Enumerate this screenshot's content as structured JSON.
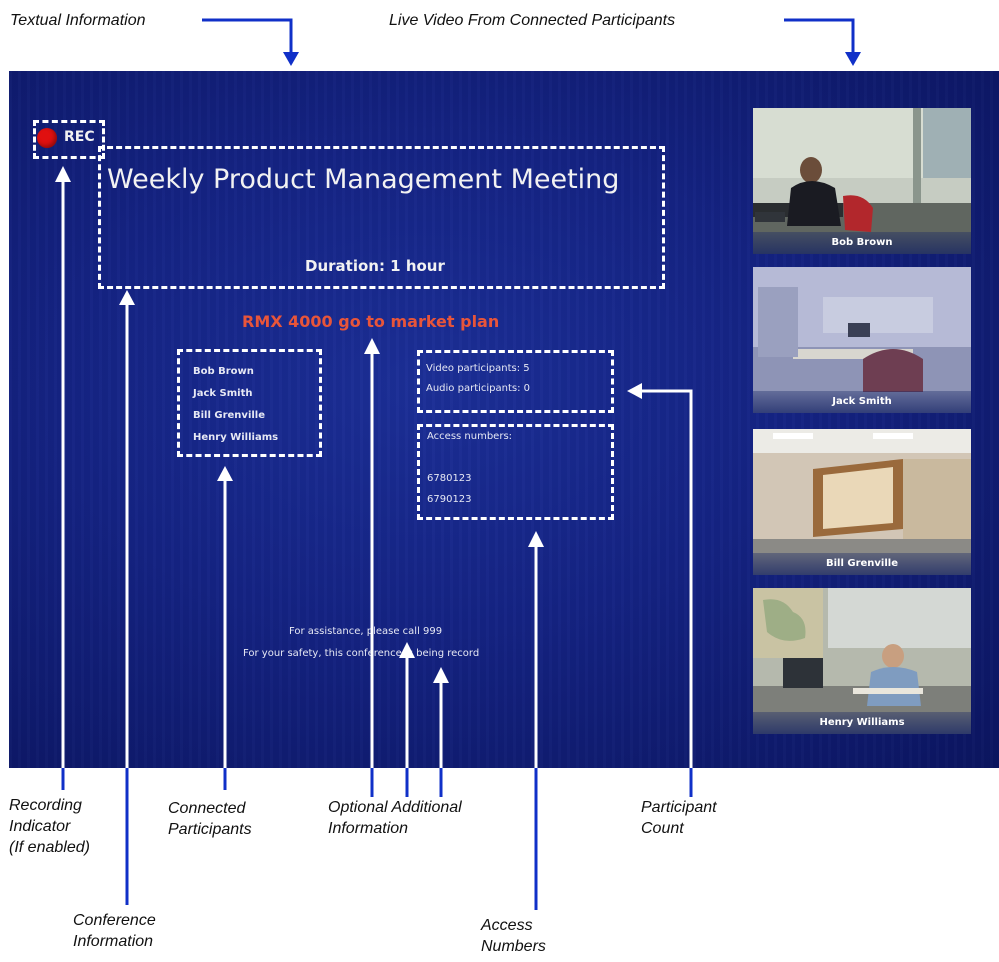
{
  "callouts": {
    "textual_information": "Textual Information",
    "live_video": "Live Video From Connected Participants",
    "recording_indicator": [
      "Recording",
      "Indicator",
      "(If enabled)"
    ],
    "conference_information": [
      "Conference",
      "Information"
    ],
    "connected_participants": [
      "Connected",
      "Participants"
    ],
    "optional_additional_information": [
      "Optional Additional",
      "Information"
    ],
    "participant_count": [
      "Participant",
      "Count"
    ],
    "access_numbers": [
      "Access",
      "Numbers"
    ]
  },
  "screen": {
    "rec_label": "REC",
    "meeting_title": "Weekly Product Management Meeting",
    "duration": "Duration: 1 hour",
    "subject": "RMX 4000 go to market plan",
    "participants": [
      "Bob Brown",
      "Jack Smith",
      "Bill Grenville",
      "Henry Williams"
    ],
    "video_participants": "Video participants: 5",
    "audio_participants": "Audio participants: 0",
    "access_label": "Access numbers:",
    "access_numbers": [
      "6780123",
      "6790123"
    ],
    "assistance": "For assistance, please call 999",
    "safety": "For your safety, this conference is being record"
  },
  "thumbnails": [
    {
      "name": "Bob Brown"
    },
    {
      "name": "Jack Smith"
    },
    {
      "name": "Bill Grenville"
    },
    {
      "name": "Henry Williams"
    }
  ],
  "colors": {
    "screen_background": "#142383",
    "arrow_callout": "#1030c8",
    "subject_text": "#e8553a",
    "rec_dot": "#e01010"
  }
}
